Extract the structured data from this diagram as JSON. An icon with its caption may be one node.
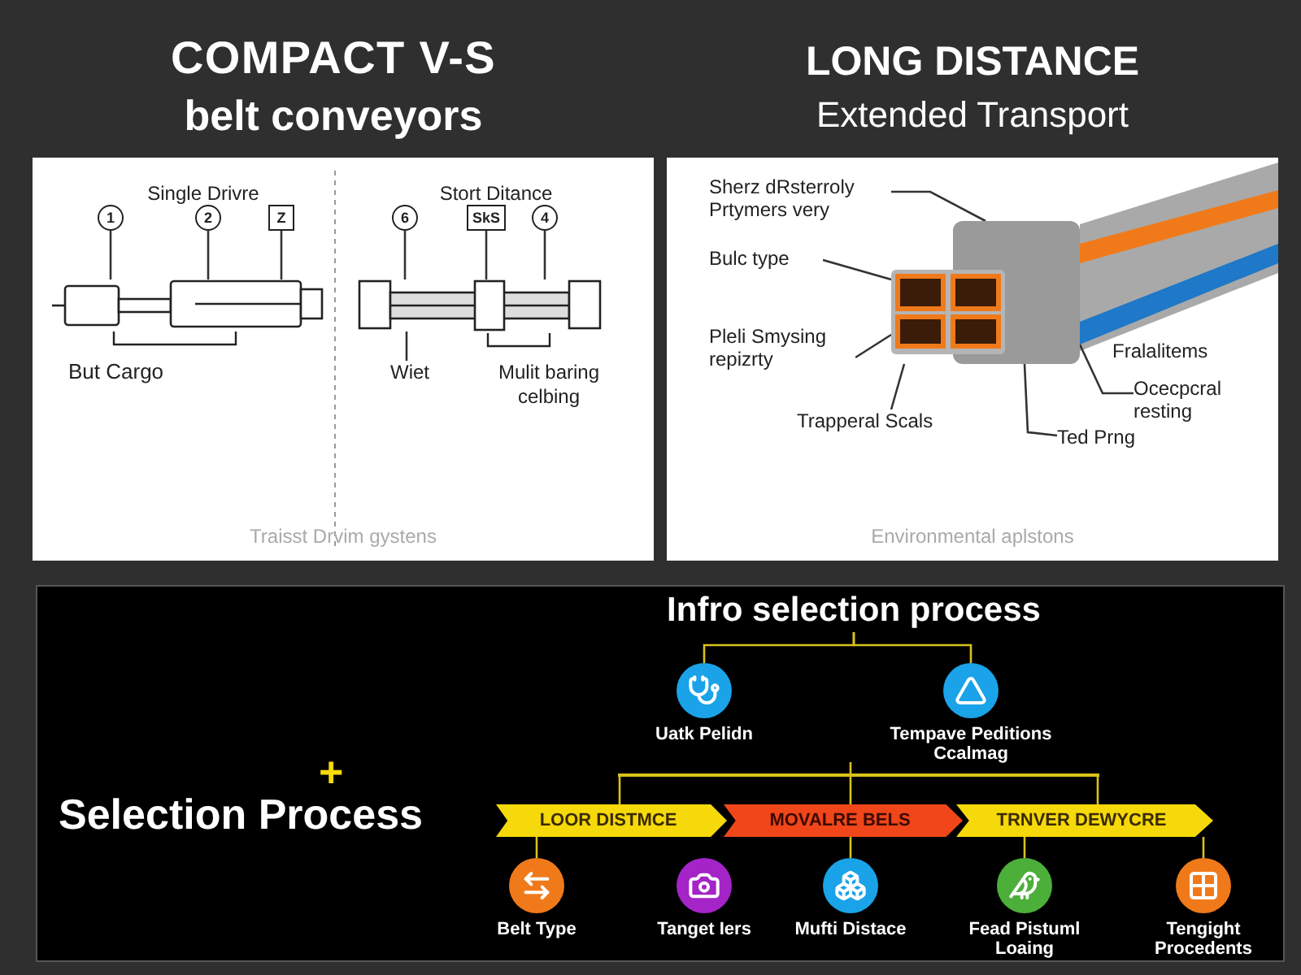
{
  "diagram": {
    "nodes": [
      {
        "text": [
          "1"
        ]
      },
      {
        "text": [
          "2"
        ]
      },
      {
        "text": [
          "Z"
        ]
      },
      {
        "text": [
          "6"
        ]
      },
      {
        "text": [
          "SkS"
        ]
      },
      {
        "text": [
          "4"
        ]
      },
      {
        "text": [
          "Wiet"
        ]
      },
      {
        "text": [
          "Sherz dRsterroly Prtymers very"
        ]
      },
      {
        "text": [
          "Bulc type"
        ]
      },
      {
        "text": [
          "Pleli Smysing repizrty"
        ]
      },
      {
        "text": [
          "Ocecpcral resting"
        ]
      },
      {
        "text": [
          "Trapperal Scals"
        ]
      },
      {
        "text": [
          "Ted Prng"
        ]
      },
      {
        "text": [
          "Infro selection process"
        ]
      },
      {
        "text": [],
        "shape": "circle",
        "beside": [
          "Uatk Pelidn"
        ]
      },
      {
        "text": [],
        "shape": "circle",
        "beside": [
          "Tempave Peditions Ccalmag"
        ]
      },
      {
        "text": [
          "LOOR DISTMCE"
        ]
      },
      {
        "text": [
          "MOVALRE BELS"
        ]
      },
      {
        "text": [
          "TRNVER DEWYCRE"
        ]
      },
      {
        "text": [],
        "shape": "circle",
        "beside": [
          "Belt Type"
        ]
      },
      {
        "text": [],
        "shape": "circle",
        "beside": [
          "Tanget Iers"
        ]
      },
      {
        "text": [],
        "shape": "circle",
        "beside": [
          "Mufti Distace"
        ]
      },
      {
        "text": [],
        "shape": "circle",
        "beside": [
          "Fead Pistuml Loaing"
        ]
      },
      {
        "text": [],
        "shape": "circle",
        "beside": [
          "Tengight Procedents"
        ]
      },
      {
        "text": [],
        "shape": "picture"
      },
      {
        "text": [],
        "shape": "picture"
      },
      {
        "text": [],
        "shape": "picture"
      },
      {
        "text": [],
        "shape": "bar"
      }
    ],
    "edges": [
      {
        "from": 0,
        "to": 24,
        "arrow": "none"
      },
      {
        "from": 1,
        "to": 24,
        "arrow": "none"
      },
      {
        "from": 2,
        "to": 24,
        "arrow": "none"
      },
      {
        "from": 3,
        "to": 25,
        "arrow": "none"
      },
      {
        "from": 4,
        "to": 25,
        "arrow": "none"
      },
      {
        "from": 5,
        "to": 25,
        "arrow": "none"
      },
      {
        "from": 6,
        "to": 25,
        "arrow": "none"
      },
      {
        "from": 7,
        "to": 26,
        "arrow": "none"
      },
      {
        "from": 8,
        "to": 26,
        "arrow": "none"
      },
      {
        "from": 9,
        "to": 26,
        "arrow": "none"
      },
      {
        "from": 10,
        "to": 26,
        "arrow": "none"
      },
      {
        "from": 11,
        "to": 26,
        "arrow": "none"
      },
      {
        "from": 12,
        "to": 26,
        "arrow": "none"
      },
      {
        "from": 13,
        "to": 14,
        "arrow": "none",
        "color": "#d9c21a"
      },
      {
        "from": 13,
        "to": 15,
        "arrow": "none",
        "color": "#d9c21a"
      },
      {
        "from": 16,
        "to": 19,
        "arrow": "none",
        "color": "#d9c21a"
      },
      {
        "from": 17,
        "to": 21,
        "arrow": "none",
        "color": "#d9c21a"
      },
      {
        "from": 18,
        "to": 22,
        "arrow": "none",
        "color": "#d9c21a"
      },
      {
        "from": 18,
        "to": 23,
        "arrow": "none",
        "color": "#d9c21a"
      },
      {
        "from": null,
        "to": 27,
        "arrow": "none",
        "color": "#d9c21a"
      },
      {
        "from": 27,
        "to": 16,
        "arrow": "none",
        "color": "#d9c21a"
      },
      {
        "from": 27,
        "to": 17,
        "arrow": "none",
        "color": "#d9c21a"
      },
      {
        "from": 27,
        "to": 18,
        "arrow": "none",
        "color": "#d9c21a"
      }
    ],
    "labels": [
      "COMPACT V-S",
      "belt conveyors",
      "LONG DISTANCE",
      "Extended Transport",
      "Single Drivre",
      "Stort Ditance",
      "But Cargo",
      "Mulit baring celbing",
      "Traisst Drvim gystens",
      "Fralalitems",
      "Environmental aplstons",
      "+",
      "Selection Process"
    ]
  }
}
